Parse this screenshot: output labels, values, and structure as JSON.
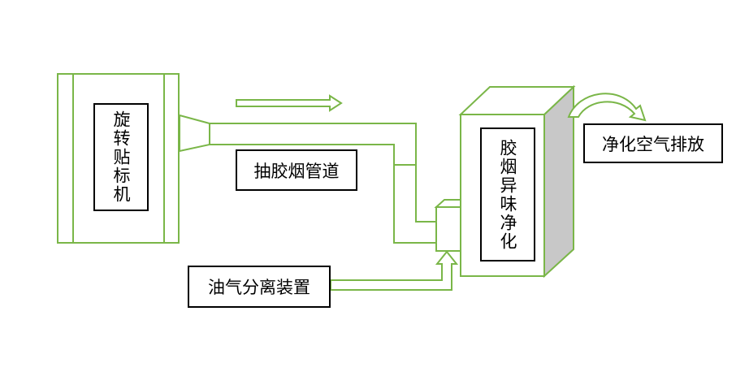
{
  "colors": {
    "outline_green": "#7ab648",
    "side_gray": "#c8c8c8",
    "text_black": "#000000"
  },
  "nodes": {
    "labeling_machine": "旋转贴标机",
    "fume_duct": "抽胶烟管道",
    "odor_purifier": "胶烟异味净化",
    "clean_air_exhaust": "净化空气排放",
    "oil_gas_separator": "油气分离装置"
  }
}
